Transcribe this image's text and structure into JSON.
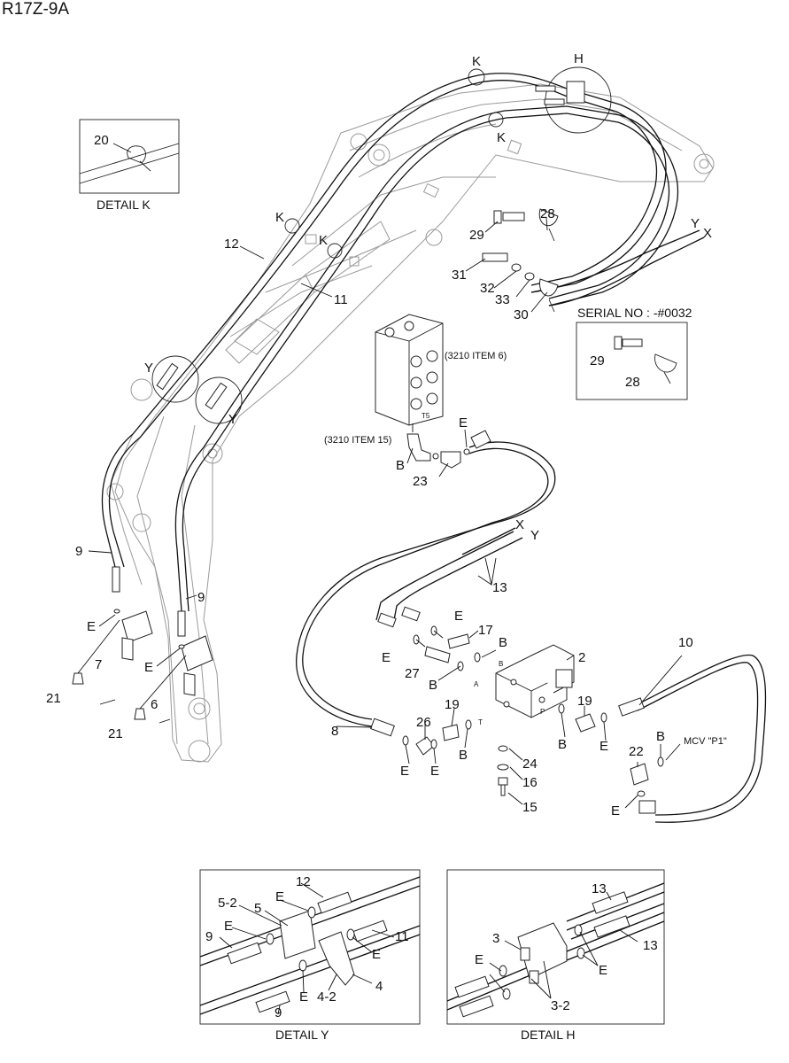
{
  "model_code": "R17Z-9A",
  "details": {
    "k": {
      "caption": "DETAIL K",
      "item": "20"
    },
    "y": {
      "caption": "DETAIL Y",
      "items": [
        "12",
        "5-2",
        "5",
        "E",
        "E",
        "9",
        "11",
        "E",
        "E",
        "4-2",
        "4",
        "9"
      ]
    },
    "h": {
      "caption": "DETAIL H",
      "items": [
        "13",
        "3",
        "13",
        "E",
        "E",
        "3-2"
      ]
    }
  },
  "serial_note": "SERIAL NO : -#0032",
  "valve_ref": "(3210 ITEM 6)",
  "fitting_ref": "(3210 ITEM 15)",
  "valve_port_t5": "T5",
  "mcv_label": "MCV \"P1\"",
  "port_letters": {
    "a": "A",
    "b": "B",
    "p": "P",
    "t": "T"
  },
  "hose_ends": {
    "x": "X",
    "y": "Y"
  },
  "detail_markers": {
    "k": "K",
    "h": "H",
    "y": "Y"
  },
  "callouts": {
    "c2": "2",
    "c6": "6",
    "c7": "7",
    "c8": "8",
    "c9": "9",
    "c10": "10",
    "c11": "11",
    "c12": "12",
    "c13": "13",
    "c15": "15",
    "c16": "16",
    "c17": "17",
    "c19": "19",
    "c21": "21",
    "c22": "22",
    "c23": "23",
    "c24": "24",
    "c26": "26",
    "c27": "27",
    "c28": "28",
    "c29": "29",
    "c30": "30",
    "c31": "31",
    "c32": "32",
    "c33": "33",
    "e": "E",
    "b": "B"
  }
}
